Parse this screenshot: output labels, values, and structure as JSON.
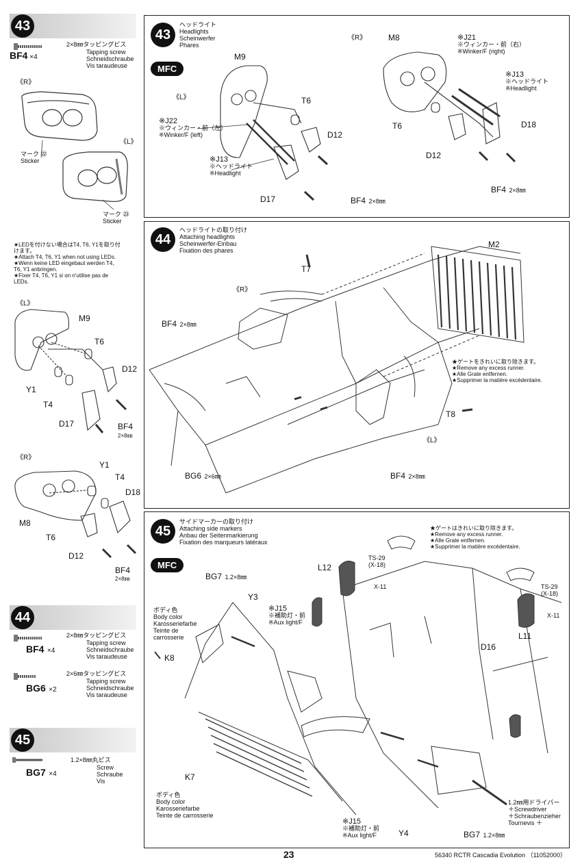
{
  "sidebar": {
    "s43": {
      "num": "43",
      "part": "BF4",
      "qty": "×4",
      "size": "2×8㎜タッピングビス",
      "names": [
        "Tapping screw",
        "Schneidschraube",
        "Vis taraudeuse"
      ],
      "R": "《R》",
      "L": "《L》",
      "mark1_jp": "マーク ㉒",
      "mark1_en": "Sticker",
      "mark2_jp": "マーク ㉓",
      "mark2_en": "Sticker"
    },
    "led_note": [
      "★LEDを付けない場合はT4, T6, Y1を取り付",
      "けます。",
      "★Attach T4, T6, Y1 when not using LEDs.",
      "★Wenn keine LED eingebaut werden T4,",
      "T6, Y1 anbringen.",
      "★Fixer T4, T6, Y1 si on n'utilise pas de",
      "LEDs."
    ],
    "diagL": {
      "side": "《L》",
      "labels": [
        "M9",
        "T6",
        "D12",
        "Y1",
        "T4",
        "D17",
        "BF4",
        "2×8㎜"
      ]
    },
    "diagR": {
      "side": "《R》",
      "labels": [
        "Y1",
        "T4",
        "D18",
        "M8",
        "T6",
        "D12",
        "BF4",
        "2×8㎜"
      ]
    },
    "s44": {
      "num": "44",
      "items": [
        {
          "part": "BF4",
          "qty": "×4",
          "size": "2×8㎜タッピングビス",
          "names": [
            "Tapping screw",
            "Schneidschraube",
            "Vis taraudeuse"
          ]
        },
        {
          "part": "BG6",
          "qty": "×2",
          "size": "2×6㎜タッピングビス",
          "names": [
            "Tapping screw",
            "Schneidschraube",
            "Vis taraudeuse"
          ]
        }
      ]
    },
    "s45": {
      "num": "45",
      "items": [
        {
          "part": "BG7",
          "qty": "×4",
          "size": "1.2×8㎜丸ビス",
          "names": [
            "Screw",
            "Schraube",
            "Vis"
          ]
        }
      ]
    }
  },
  "step43": {
    "num": "43",
    "title": [
      "ヘッドライト",
      "Headlights",
      "Scheinwerfer",
      "Phares"
    ],
    "mfc": "MFC",
    "L": "《L》",
    "R": "《R》",
    "M9": "M9",
    "T6": "T6",
    "D12": "D12",
    "D17": "D17",
    "J22": "※J22",
    "J22_lines": [
      "※ウィンカー・前（左）",
      "※Winker/F (left)"
    ],
    "J13": "※J13",
    "J13_lines": [
      "※ヘッドライト",
      "※Headlight"
    ],
    "BF4": "BF4",
    "BF4_size": "2×8㎜",
    "M8": "M8",
    "J21": "※J21",
    "J21_lines": [
      "※ウィンカー・前（右）",
      "※Winker/F (right)"
    ],
    "J13R": "※J13",
    "J13R_lines": [
      "※ヘッドライト",
      "※Headlight"
    ],
    "T6R": "T6",
    "D18": "D18",
    "D12R": "D12",
    "BF4R": "BF4",
    "BF4R_size": "2×8㎜"
  },
  "step44": {
    "num": "44",
    "title": [
      "ヘッドライトの取り付け",
      "Attaching headlights",
      "Scheinwerfer-Einbau",
      "Fixation des phares"
    ],
    "T7": "T7",
    "R": "《R》",
    "BF4": "BF4",
    "BF4_size": "2×8㎜",
    "M2": "M2",
    "runner_note": [
      "★ゲートをきれいに取り除きます。",
      "★Remove any excess runner.",
      "★Alle Grate entfernen.",
      "★Supprimer la matière excédentaire."
    ],
    "T8": "T8",
    "L": "《L》",
    "BG6": "BG6",
    "BG6_size": "2×6㎜",
    "BF4b": "BF4",
    "BF4b_size": "2×8㎜"
  },
  "step45": {
    "num": "45",
    "title": [
      "サイドマーカーの取り付け",
      "Attaching side markers",
      "Anbau der Seitenmarkierung",
      "Fixation des marqueurs latéraux"
    ],
    "mfc": "MFC",
    "runner_note": [
      "★ゲートはきれいに取り除きます。",
      "★Remove any excess runner.",
      "★Alle Grate entfernen.",
      "★Supprimer la matière excédentaire."
    ],
    "L12": "L12",
    "TS29a": "TS-29",
    "TS29a_sub": "(X-18)",
    "X11a": "X-11",
    "TS29b": "TS-29",
    "TS29b_sub": "(X-18)",
    "X11b": "X-11",
    "L11": "L11",
    "BG7": "BG7",
    "BG7_size": "1.2×8㎜",
    "Y3": "Y3",
    "body_color": [
      "ボディ色",
      "Body color",
      "Karosseriefarbe",
      "Teinte de",
      "carrosserie"
    ],
    "K8": "K8",
    "J15": "※J15",
    "J15_lines": [
      "※補助灯・前",
      "※Aux light/F"
    ],
    "D16": "D16",
    "K7": "K7",
    "body_color2": [
      "ボディ色",
      "Body color",
      "Karosseriefarbe",
      "Teinte de carrosserie"
    ],
    "J15b": "※J15",
    "J15b_lines": [
      "※補助灯・前",
      "※Aux light/F"
    ],
    "Y4": "Y4",
    "BG7b": "BG7",
    "BG7b_size": "1.2×8㎜",
    "screwdriver": [
      "1.2㎜用ドライバー",
      "＋Screwdriver",
      "＋Schraubenzieher",
      "Tournevis ＋"
    ]
  },
  "footer": {
    "page": "23",
    "code": "56340 RCTR Cascadia Evolution （11052000）"
  }
}
